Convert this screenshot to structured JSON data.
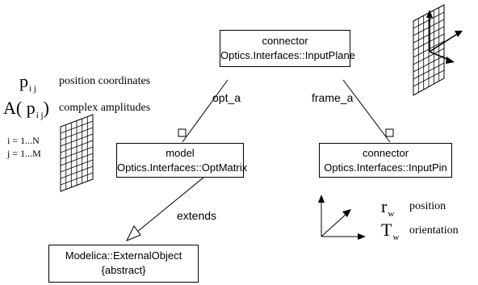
{
  "boxes": {
    "input_plane": {
      "stereotype": "connector",
      "name": "Optics.Interfaces::InputPlane"
    },
    "opt_matrix": {
      "stereotype": "model",
      "name": "Optics.Interfaces::OptMatrix"
    },
    "input_pin": {
      "stereotype": "connector",
      "name": "Optics.Interfaces::InputPin"
    },
    "external_object": {
      "name": "Modelica::ExternalObject",
      "modifier": "{abstract}"
    }
  },
  "labels": {
    "opt_a": "opt_a",
    "frame_a": "frame_a",
    "extends": "extends"
  },
  "legend_left": {
    "p_symbol": "p",
    "p_sub": "i j",
    "p_desc": "position coordinates",
    "a_symbol": "A( p",
    "a_sub": "i j",
    "a_close": ")",
    "a_desc": "complex amplitudes",
    "i_range": "i = 1...N",
    "j_range": "j = 1...M"
  },
  "legend_right": {
    "r_symbol": "r",
    "r_sub": "w",
    "r_desc": "position",
    "t_symbol": "T",
    "t_sub": "w",
    "t_desc": "orientation"
  }
}
